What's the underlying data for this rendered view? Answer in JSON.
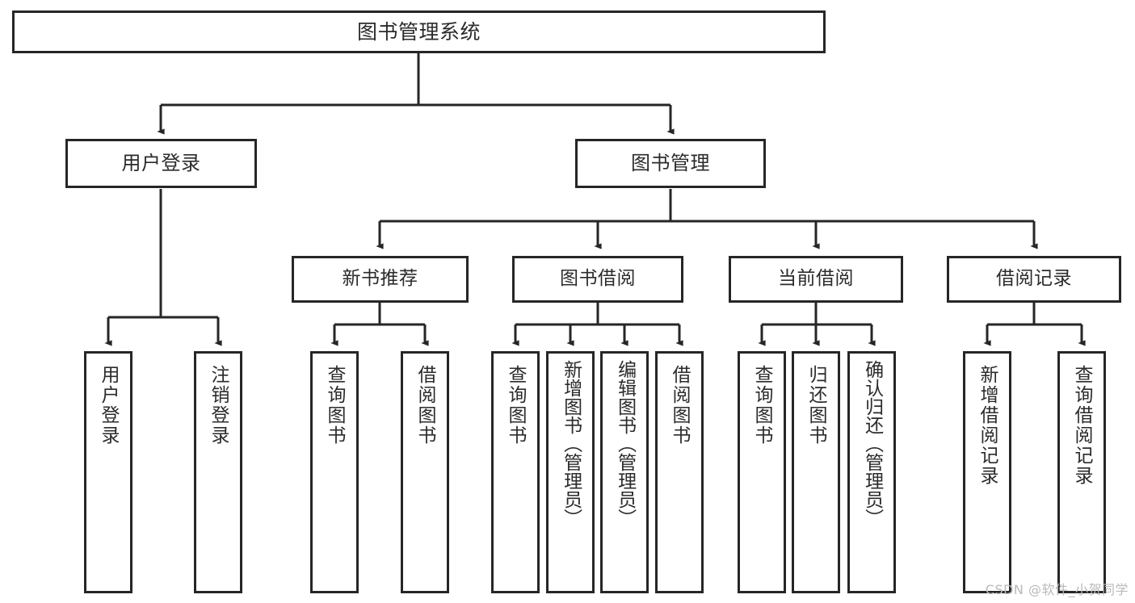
{
  "diagram": {
    "title": "图书管理系统",
    "type": "功能结构图",
    "stroke_color": "#262626",
    "fill_color": "#ffffff",
    "text_color": "#2b2b2b",
    "watermark": "CSDN @软件_小贺同学",
    "nodes": {
      "root": {
        "label": "图书管理系统"
      },
      "level1": [
        {
          "label": "用户登录"
        },
        {
          "label": "图书管理"
        }
      ],
      "level2": [
        {
          "label": "新书推荐"
        },
        {
          "label": "图书借阅"
        },
        {
          "label": "当前借阅"
        },
        {
          "label": "借阅记录"
        }
      ],
      "leaves": {
        "user_login": [
          {
            "label": "用户登录"
          },
          {
            "label": "注销登录"
          }
        ],
        "new_book": [
          {
            "label": "查询图书"
          },
          {
            "label": "借阅图书"
          }
        ],
        "book_borrow": [
          {
            "label": "查询图书"
          },
          {
            "label": "新增图书（管理员）"
          },
          {
            "label": "编辑图书（管理员）"
          },
          {
            "label": "借阅图书"
          }
        ],
        "current_borrow": [
          {
            "label": "查询图书"
          },
          {
            "label": "归还图书"
          },
          {
            "label": "确认归还（管理员）"
          }
        ],
        "borrow_record": [
          {
            "label": "新增借阅记录"
          },
          {
            "label": "查询借阅记录"
          }
        ]
      }
    }
  }
}
